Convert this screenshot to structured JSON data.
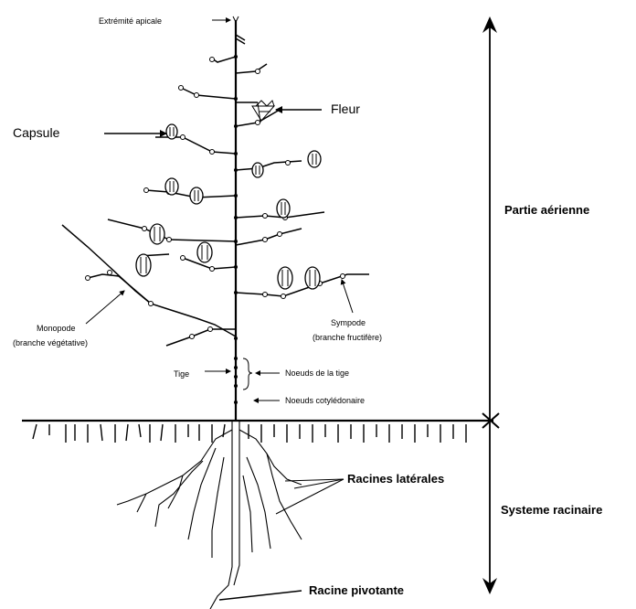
{
  "labels": {
    "apex": "Extrémité apicale",
    "capsule": "Capsule",
    "fleur": "Fleur",
    "aerial": "Partie aérienne",
    "monopode_1": "Monopode",
    "monopode_2": "(branche végétative)",
    "sympode_1": "Sympode",
    "sympode_2": "(branche fructifère)",
    "tige": "Tige",
    "noeuds_tige": "Noeuds de la tige",
    "noeuds_cot": "Noeuds cotylédonaire",
    "racines_laterales": "Racines latérales",
    "root_system": "Systeme racinaire",
    "racine_pivotante": "Racine  pivotante"
  }
}
